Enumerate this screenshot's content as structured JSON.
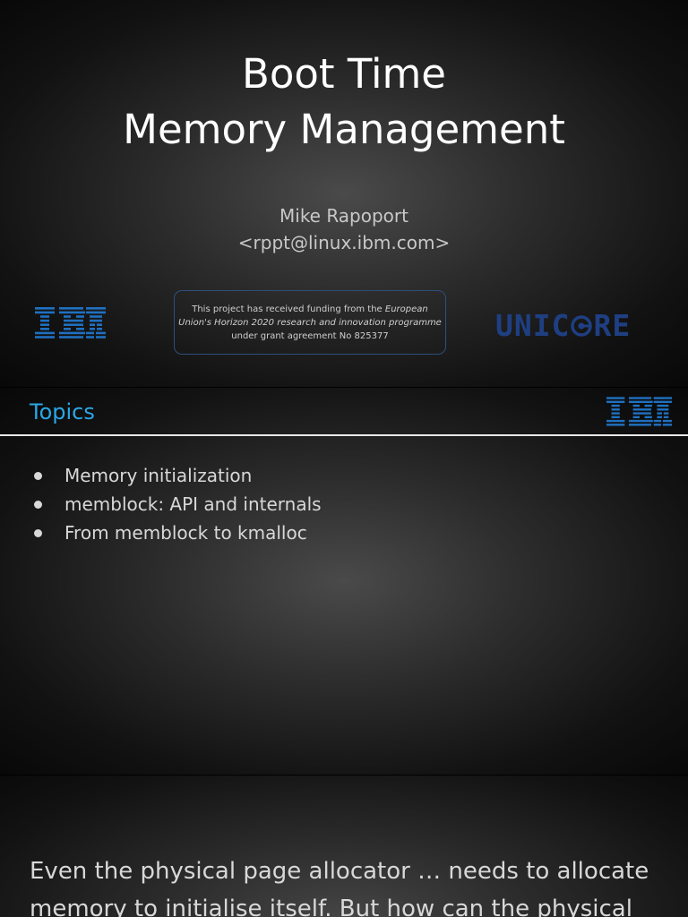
{
  "slide1": {
    "title_line1": "Boot Time",
    "title_line2": "Memory Management",
    "author_name": "Mike Rapoport",
    "author_email": "<rppt@linux.ibm.com>",
    "funding": {
      "part1": "This project has received funding from the ",
      "italic1": "European Union's Horizon 2020 research and innovation programme",
      "part2": " under grant agreement No 825377"
    },
    "logo_left": "IBM",
    "logo_right": "UNICORE"
  },
  "slide2": {
    "heading": "Topics",
    "logo": "IBM",
    "bullets": [
      "Memory initialization",
      "memblock: API and internals",
      "From memblock to kmalloc"
    ]
  },
  "slide3": {
    "line1": "Even the physical page allocator … needs to allocate",
    "line2": "memory to initialise itself. But how can the physical"
  },
  "colors": {
    "accent": "#2aa7e6",
    "ibm_blue": "#1f70c1",
    "unicore_blue": "#1f3f83",
    "text": "#d8d8d8"
  }
}
